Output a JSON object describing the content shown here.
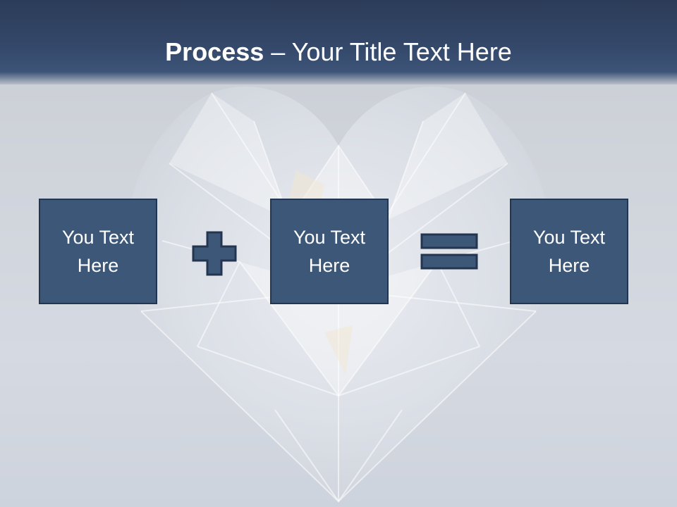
{
  "slide": {
    "title_bold": "Process",
    "title_rest": " – Your Title Text Here"
  },
  "boxes": [
    {
      "text": "You Text Here"
    },
    {
      "text": "You Text Here"
    },
    {
      "text": "You Text Here"
    }
  ],
  "operators": {
    "plus": "plus-icon",
    "equals": "equals-icon"
  },
  "colors": {
    "header": "#34486a",
    "box_fill": "#3d5778",
    "box_border": "#243550",
    "background": "#d0d4db",
    "text": "#ffffff"
  }
}
